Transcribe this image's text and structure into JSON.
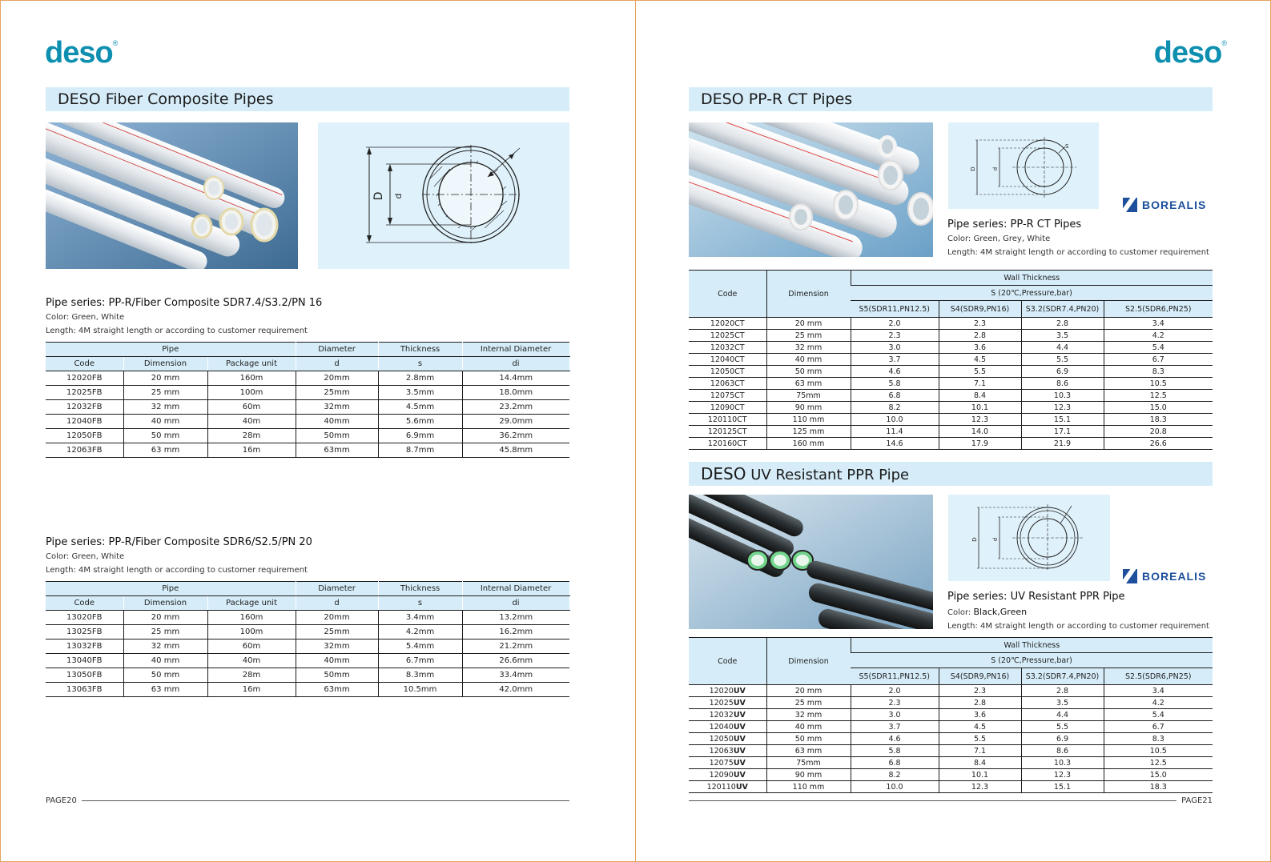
{
  "left": {
    "logo": "deso",
    "logo_mark": "®",
    "title": "DESO Fiber Composite Pipes",
    "diagram": {
      "outer_label": "D",
      "inner_label": "d"
    },
    "series1": {
      "title": "Pipe series: PP-R/Fiber Composite SDR7.4/S3.2/PN 16",
      "color": "Color: Green, White",
      "length": "Length: 4M straight length or according to customer requirement",
      "head_top": [
        "Pipe",
        "Diameter",
        "Thickness",
        "Internal Diameter"
      ],
      "head_sub": [
        "Code",
        "Dimension",
        "Package unit",
        "d",
        "s",
        "di"
      ],
      "rows": [
        [
          "12020FB",
          "20 mm",
          "160m",
          "20mm",
          "2.8mm",
          "14.4mm"
        ],
        [
          "12025FB",
          "25 mm",
          "100m",
          "25mm",
          "3.5mm",
          "18.0mm"
        ],
        [
          "12032FB",
          "32 mm",
          "60m",
          "32mm",
          "4.5mm",
          "23.2mm"
        ],
        [
          "12040FB",
          "40 mm",
          "40m",
          "40mm",
          "5.6mm",
          "29.0mm"
        ],
        [
          "12050FB",
          "50 mm",
          "28m",
          "50mm",
          "6.9mm",
          "36.2mm"
        ],
        [
          "12063FB",
          "63 mm",
          "16m",
          "63mm",
          "8.7mm",
          "45.8mm"
        ]
      ]
    },
    "series2": {
      "title": "Pipe series: PP-R/Fiber Composite SDR6/S2.5/PN 20",
      "color": "Color: Green, White",
      "length": "Length: 4M straight length or according to customer requirement",
      "head_top": [
        "Pipe",
        "Diameter",
        "Thickness",
        "Internal Diameter"
      ],
      "head_sub": [
        "Code",
        "Dimension",
        "Package unit",
        "d",
        "s",
        "di"
      ],
      "rows": [
        [
          "13020FB",
          "20 mm",
          "160m",
          "20mm",
          "3.4mm",
          "13.2mm"
        ],
        [
          "13025FB",
          "25 mm",
          "100m",
          "25mm",
          "4.2mm",
          "16.2mm"
        ],
        [
          "13032FB",
          "32 mm",
          "60m",
          "32mm",
          "5.4mm",
          "21.2mm"
        ],
        [
          "13040FB",
          "40 mm",
          "40m",
          "40mm",
          "6.7mm",
          "26.6mm"
        ],
        [
          "13050FB",
          "50 mm",
          "28m",
          "50mm",
          "8.3mm",
          "33.4mm"
        ],
        [
          "13063FB",
          "63 mm",
          "16m",
          "63mm",
          "10.5mm",
          "42.0mm"
        ]
      ]
    },
    "page_label": "PAGE20"
  },
  "right": {
    "logo": "deso",
    "logo_mark": "®",
    "ct": {
      "title": "DESO PP-R CT Pipes",
      "brand": "BOREALIS",
      "diagram": {
        "outer_label": "D",
        "inner_label": "d",
        "wall_label": "S"
      },
      "series_title": "Pipe series: PP-R CT Pipes",
      "color": "Color: Green, Grey, White",
      "length": "Length: 4M straight length or according to customer requirement",
      "head_code": "Code",
      "head_dim": "Dimension",
      "head_wall": "Wall Thickness",
      "head_s": "S (20℃,Pressure,bar)",
      "head_cols": [
        "S5(SDR11,PN12.5)",
        "S4(SDR9,PN16)",
        "S3.2(SDR7.4,PN20)",
        "S2.5(SDR6,PN25)"
      ],
      "rows": [
        [
          "12020CT",
          "20 mm",
          "2.0",
          "2.3",
          "2.8",
          "3.4"
        ],
        [
          "12025CT",
          "25 mm",
          "2.3",
          "2.8",
          "3.5",
          "4.2"
        ],
        [
          "12032CT",
          "32 mm",
          "3.0",
          "3.6",
          "4.4",
          "5.4"
        ],
        [
          "12040CT",
          "40 mm",
          "3.7",
          "4.5",
          "5.5",
          "6.7"
        ],
        [
          "12050CT",
          "50 mm",
          "4.6",
          "5.5",
          "6.9",
          "8.3"
        ],
        [
          "12063CT",
          "63 mm",
          "5.8",
          "7.1",
          "8.6",
          "10.5"
        ],
        [
          "12075CT",
          "75mm",
          "6.8",
          "8.4",
          "10.3",
          "12.5"
        ],
        [
          "12090CT",
          "90 mm",
          "8.2",
          "10.1",
          "12.3",
          "15.0"
        ],
        [
          "120110CT",
          "110 mm",
          "10.0",
          "12.3",
          "15.1",
          "18.3"
        ],
        [
          "120125CT",
          "125 mm",
          "11.4",
          "14.0",
          "17.1",
          "20.8"
        ],
        [
          "120160CT",
          "160 mm",
          "14.6",
          "17.9",
          "21.9",
          "26.6"
        ]
      ]
    },
    "uv": {
      "title_prefix": "DESO",
      "title_rest": "UV Resistant PPR Pipe",
      "brand": "BOREALIS",
      "diagram": {
        "outer_label": "D",
        "inner_label": "d"
      },
      "series_prefix": "Pipe series:",
      "series_value": "UV Resistant PPR Pipe",
      "color_prefix": "Color:",
      "color_value": "Black,Green",
      "length": "Length: 4M straight length or according to customer requirement",
      "head_code": "Code",
      "head_dim": "Dimension",
      "head_wall": "Wall Thickness",
      "head_s": "S (20℃,Pressure,bar)",
      "head_cols": [
        "S5(SDR11,PN12.5)",
        "S4(SDR9,PN16)",
        "S3.2(SDR7.4,PN20)",
        "S2.5(SDR6,PN25)"
      ],
      "rows": [
        [
          "12020",
          "UV",
          "20 mm",
          "2.0",
          "2.3",
          "2.8",
          "3.4"
        ],
        [
          "12025",
          "UV",
          "25 mm",
          "2.3",
          "2.8",
          "3.5",
          "4.2"
        ],
        [
          "12032",
          "UV",
          "32 mm",
          "3.0",
          "3.6",
          "4.4",
          "5.4"
        ],
        [
          "12040",
          "UV",
          "40 mm",
          "3.7",
          "4.5",
          "5.5",
          "6.7"
        ],
        [
          "12050",
          "UV",
          "50 mm",
          "4.6",
          "5.5",
          "6.9",
          "8.3"
        ],
        [
          "12063",
          "UV",
          "63 mm",
          "5.8",
          "7.1",
          "8.6",
          "10.5"
        ],
        [
          "12075",
          "UV",
          "75mm",
          "6.8",
          "8.4",
          "10.3",
          "12.5"
        ],
        [
          "12090",
          "UV",
          "90 mm",
          "8.2",
          "10.1",
          "12.3",
          "15.0"
        ],
        [
          "120110",
          "UV",
          "110 mm",
          "10.0",
          "12.3",
          "15.1",
          "18.3"
        ]
      ]
    },
    "page_label": "PAGE21"
  }
}
